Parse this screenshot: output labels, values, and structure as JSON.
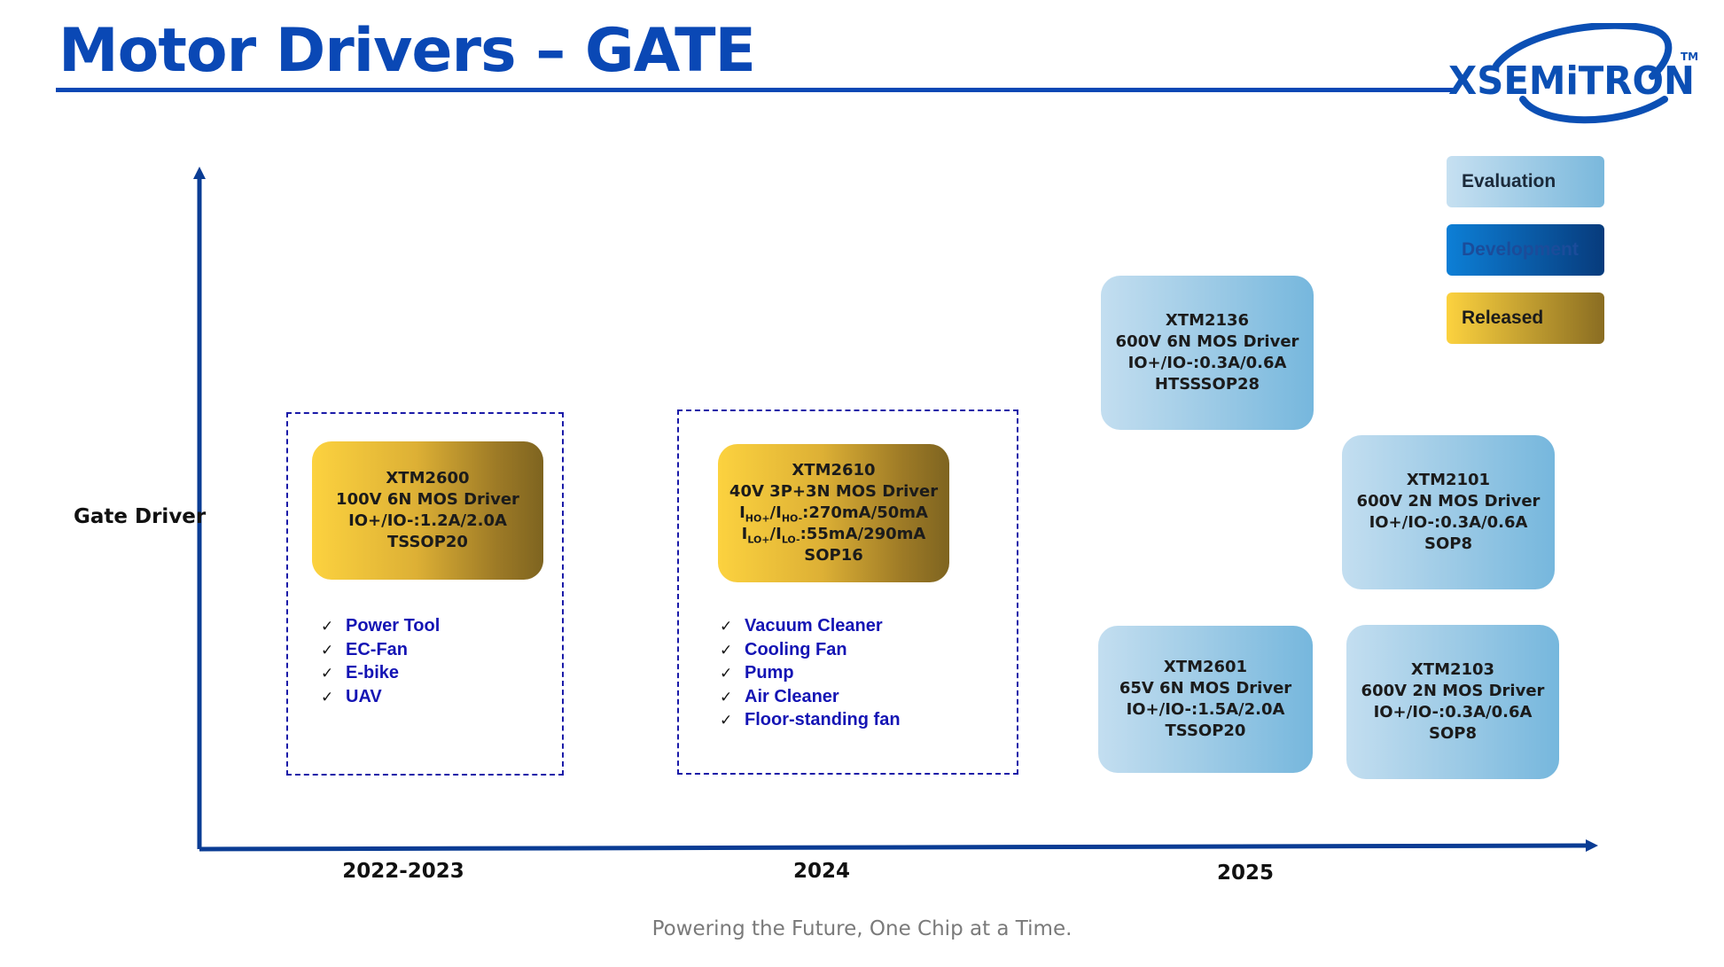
{
  "title": "Motor Drivers – GATE",
  "logo": {
    "text": "XSEMiTRON",
    "trademark": "TM"
  },
  "y_axis_label": "Gate Driver",
  "x_axis_labels": [
    "2022-2023",
    "2024",
    "2025"
  ],
  "legend": {
    "evaluation": "Evaluation",
    "development": "Development",
    "released": "Released"
  },
  "products": {
    "xtm2600": {
      "name": "XTM2600",
      "line1": "100V 6N MOS Driver",
      "line2": "IO+/IO-:1.2A/2.0A",
      "line3": "TSSOP20",
      "status": "released"
    },
    "xtm2610": {
      "name": "XTM2610",
      "line1": "40V 3P+3N MOS Driver",
      "iho_a": "I",
      "iho_a_sub": "HO+",
      "iho_b": "/I",
      "iho_b_sub": "HO-",
      "iho_val": ":270mA/50mA",
      "ilo_a": "I",
      "ilo_a_sub": "LO+",
      "ilo_b": "/I",
      "ilo_b_sub": "LO-",
      "ilo_val": ":55mA/290mA",
      "line4": "SOP16",
      "status": "released"
    },
    "xtm2136": {
      "name": "XTM2136",
      "line1": "600V 6N MOS Driver",
      "line2": "IO+/IO-:0.3A/0.6A",
      "line3": "HTSSSOP28",
      "status": "evaluation"
    },
    "xtm2101": {
      "name": "XTM2101",
      "line1": "600V 2N MOS Driver",
      "line2": "IO+/IO-:0.3A/0.6A",
      "line3": "SOP8",
      "status": "evaluation"
    },
    "xtm2601": {
      "name": "XTM2601",
      "line1": "65V 6N MOS Driver",
      "line2": "IO+/IO-:1.5A/2.0A",
      "line3": "TSSOP20",
      "status": "evaluation"
    },
    "xtm2103": {
      "name": "XTM2103",
      "line1": "600V 2N MOS Driver",
      "line2": "IO+/IO-:0.3A/0.6A",
      "line3": "SOP8",
      "status": "evaluation"
    }
  },
  "applications": {
    "group_2022_2023": [
      "Power Tool",
      "EC-Fan",
      "E-bike",
      "UAV"
    ],
    "group_2024": [
      "Vacuum Cleaner",
      "Cooling Fan",
      "Pump",
      "Air Cleaner",
      "Floor-standing fan"
    ]
  },
  "check_glyph": "✓",
  "tagline": "Powering the Future, One Chip at a Time.",
  "colors": {
    "title_blue": "#0a48b5",
    "axis_blue": "#0a3c94",
    "app_text": "#1414b4"
  }
}
